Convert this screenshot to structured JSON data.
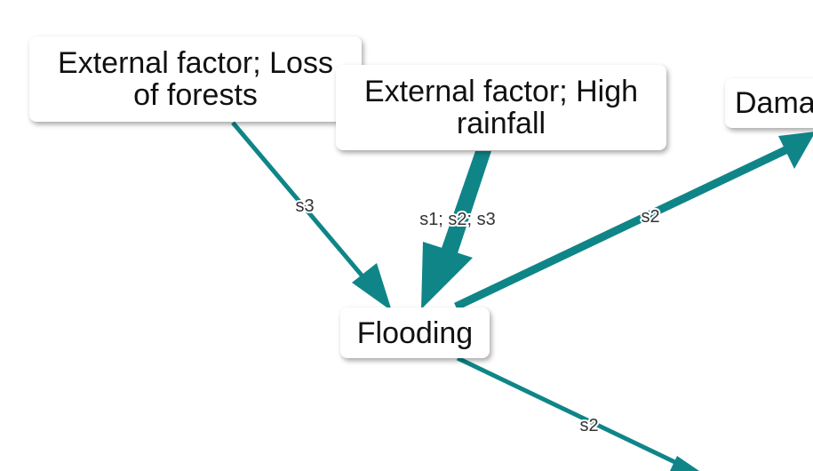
{
  "nodes": {
    "loss_of_forests": {
      "line1": "External factor; Loss",
      "line2": "of forests"
    },
    "high_rainfall": {
      "line1": "External factor; High",
      "line2": "rainfall"
    },
    "damage": {
      "label": "Dama"
    },
    "flooding": {
      "label": "Flooding"
    }
  },
  "edges": {
    "loss_to_flooding": {
      "label": "s3"
    },
    "rainfall_to_flooding": {
      "label": "s1; s2; s3"
    },
    "flooding_to_damage": {
      "label": "s2"
    },
    "flooding_to_offscreen": {
      "label": "s2"
    }
  },
  "colors": {
    "edge": "#0f8588",
    "node_background": "#ffffff",
    "label_text": "#333333"
  }
}
